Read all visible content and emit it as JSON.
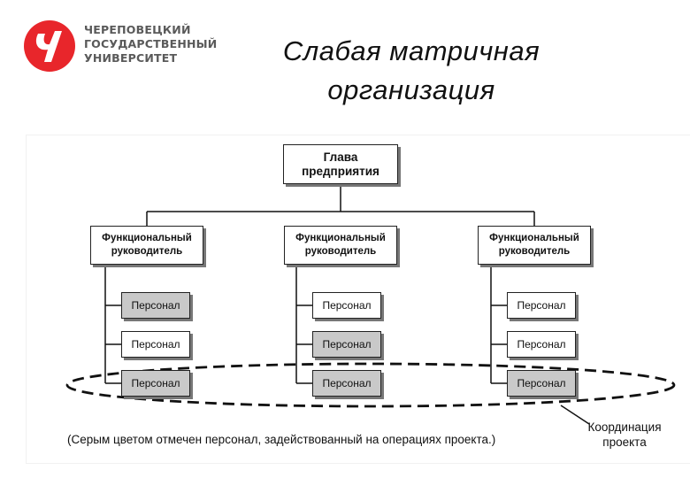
{
  "header": {
    "university_lines": [
      "ЧЕРЕПОВЕЦКИЙ",
      "ГОСУДАРСТВЕННЫЙ",
      "УНИВЕРСИТЕТ"
    ],
    "logo_color": "#e8262b",
    "title_lines": [
      "Слабая матричная",
      "организация"
    ]
  },
  "diagram": {
    "head": [
      "Глава",
      "предприятия"
    ],
    "columns": [
      {
        "manager": [
          "Функциональный",
          "руководитель"
        ],
        "staff": [
          {
            "label": "Персонал",
            "project": true
          },
          {
            "label": "Персонал",
            "project": false
          },
          {
            "label": "Персонал",
            "project": true
          }
        ]
      },
      {
        "manager": [
          "Функциональный",
          "руководитель"
        ],
        "staff": [
          {
            "label": "Персонал",
            "project": false
          },
          {
            "label": "Персонал",
            "project": true
          },
          {
            "label": "Персонал",
            "project": true
          }
        ]
      },
      {
        "manager": [
          "Функциональный",
          "руководитель"
        ],
        "staff": [
          {
            "label": "Персонал",
            "project": false
          },
          {
            "label": "Персонал",
            "project": false
          },
          {
            "label": "Персонал",
            "project": true
          }
        ]
      }
    ],
    "caption": "(Серым цветом отмечен персонал, задействованный на операциях проекта.)",
    "coordination": [
      "Координация",
      "проекта"
    ],
    "project_gray": "#c9c9c9"
  }
}
